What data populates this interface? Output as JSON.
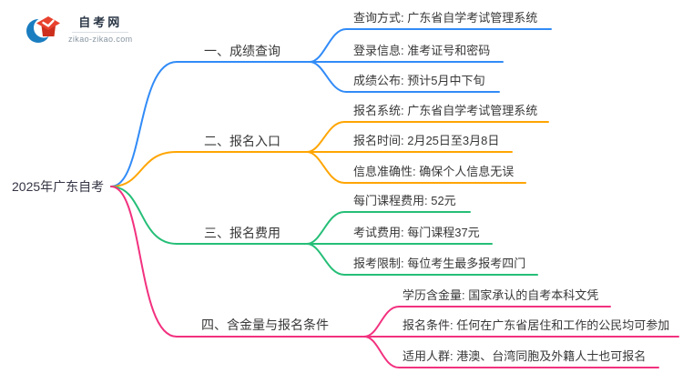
{
  "logo": {
    "site_name": "自考网",
    "site_url": "zikao-zikao.com",
    "colors": {
      "crescent": "#1a7dc0",
      "cap_top": "#e8422e",
      "cap_front": "#cc2f1d"
    }
  },
  "mindmap": {
    "root": "2025年广东自考",
    "text_color": "#383838",
    "branches": [
      {
        "title": "一、成绩查询",
        "color": "#318bf7",
        "children": [
          "查询方式: 广东省自学考试管理系统",
          "登录信息: 准考证号和密码",
          "成绩公布: 预计5月中下旬"
        ]
      },
      {
        "title": "二、报名入口",
        "color": "#ffa502",
        "children": [
          "报名系统: 广东省自学考试管理系统",
          "报名时间: 2月25日至3月8日",
          "信息准确性: 确保个人信息无误"
        ]
      },
      {
        "title": "三、报名费用",
        "color": "#25be77",
        "children": [
          "每门课程费用: 52元",
          "考试费用: 每门课程37元",
          "报考限制: 每位考生最多报考四门"
        ]
      },
      {
        "title": "四、含金量与报名条件",
        "color": "#f2317f",
        "children": [
          "学历含金量: 国家承认的自考本科文凭",
          "报名条件: 任何在广东省居住和工作的公民均可参加",
          "适用人群: 港澳、台湾同胞及外籍人士也可报名"
        ]
      }
    ]
  }
}
